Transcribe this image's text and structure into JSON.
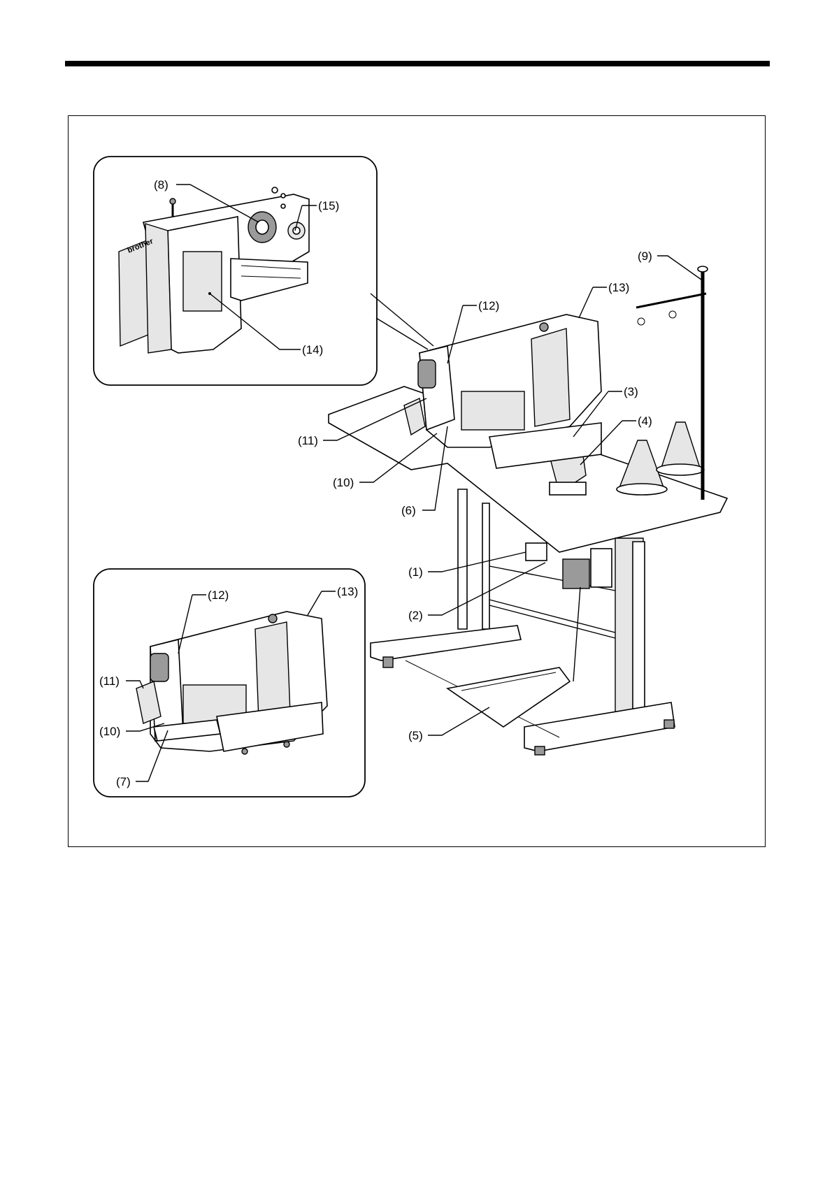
{
  "figure": {
    "callouts": {
      "c1": "(1)",
      "c2": "(2)",
      "c3": "(3)",
      "c4": "(4)",
      "c5": "(5)",
      "c6": "(6)",
      "c9": "(9)",
      "c10": "(10)",
      "c11": "(11)",
      "c12": "(12)",
      "c13": "(13)"
    },
    "inset_top": {
      "c8": "(8)",
      "c15": "(15)",
      "c14": "(14)",
      "logo": "brother"
    },
    "inset_bottom": {
      "c12": "(12)",
      "c13": "(13)",
      "c11": "(11)",
      "c10": "(10)",
      "c7": "(7)"
    }
  }
}
